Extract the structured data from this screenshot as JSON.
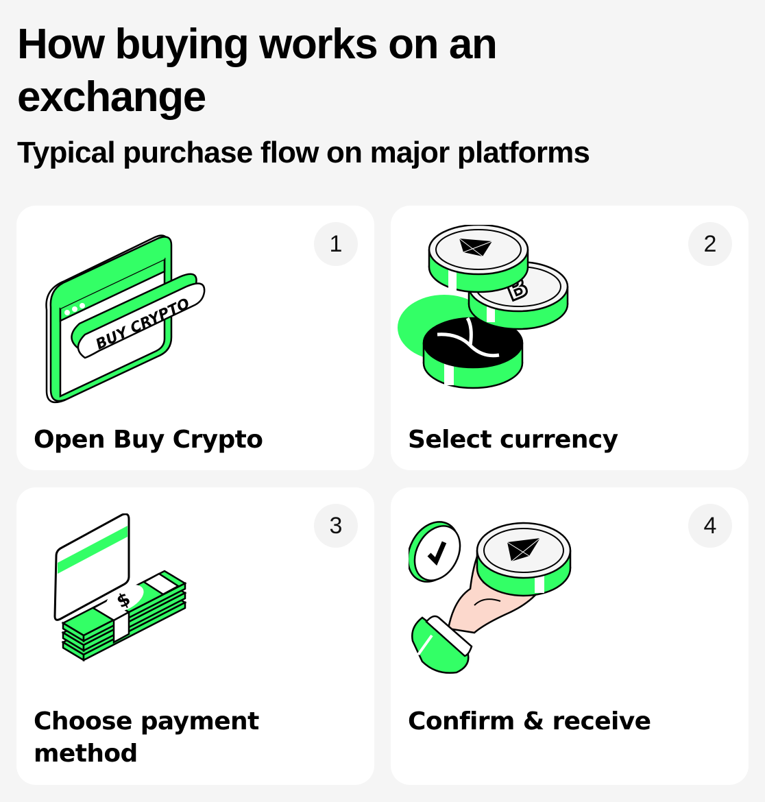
{
  "header": {
    "title": "How buying works on an exchange",
    "subtitle": "Typical purchase flow on major platforms"
  },
  "colors": {
    "background": "#f5f5f5",
    "card": "#ffffff",
    "accent_green": "#33ff66",
    "badge_bg": "#f3f3f3",
    "text": "#000000",
    "skin": "#fcd8cc"
  },
  "steps": [
    {
      "number": "1",
      "label": "Open Buy Crypto",
      "icon": "browser-buy-crypto-icon",
      "icon_text": "BUY CRYPTO"
    },
    {
      "number": "2",
      "label": "Select currency",
      "icon": "crypto-coins-stack-icon"
    },
    {
      "number": "3",
      "label": "Choose payment method",
      "icon": "card-and-cash-icon",
      "icon_text": "$"
    },
    {
      "number": "4",
      "label": "Confirm & receive",
      "icon": "hand-receiving-coin-icon"
    }
  ]
}
